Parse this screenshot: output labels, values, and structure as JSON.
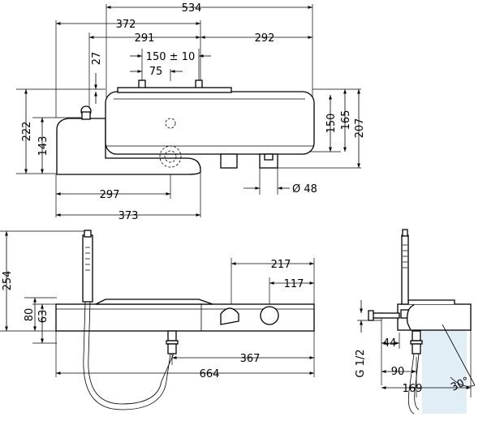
{
  "top_view": {
    "dims": {
      "d534": "534",
      "d372": "372",
      "d291": "291",
      "d292": "292",
      "d27": "27",
      "d150pm": "150 ± 10",
      "d75": "75",
      "d222": "222",
      "d143": "143",
      "d150": "150",
      "d165": "165",
      "d207": "207",
      "d297": "297",
      "d373": "373",
      "dia48": "Ø 48"
    }
  },
  "front_view": {
    "dims": {
      "d254": "254",
      "d80": "80",
      "d63": "63",
      "d217": "217",
      "d117": "117",
      "d367": "367",
      "d664": "664"
    }
  },
  "side_view": {
    "dims": {
      "g12": "G 1/2",
      "d44": "44",
      "d90": "90",
      "d169": "169",
      "angle30": "30°"
    }
  },
  "colors": {
    "line": "#000000",
    "background": "#ffffff",
    "watermark": "#cfe3f0"
  }
}
